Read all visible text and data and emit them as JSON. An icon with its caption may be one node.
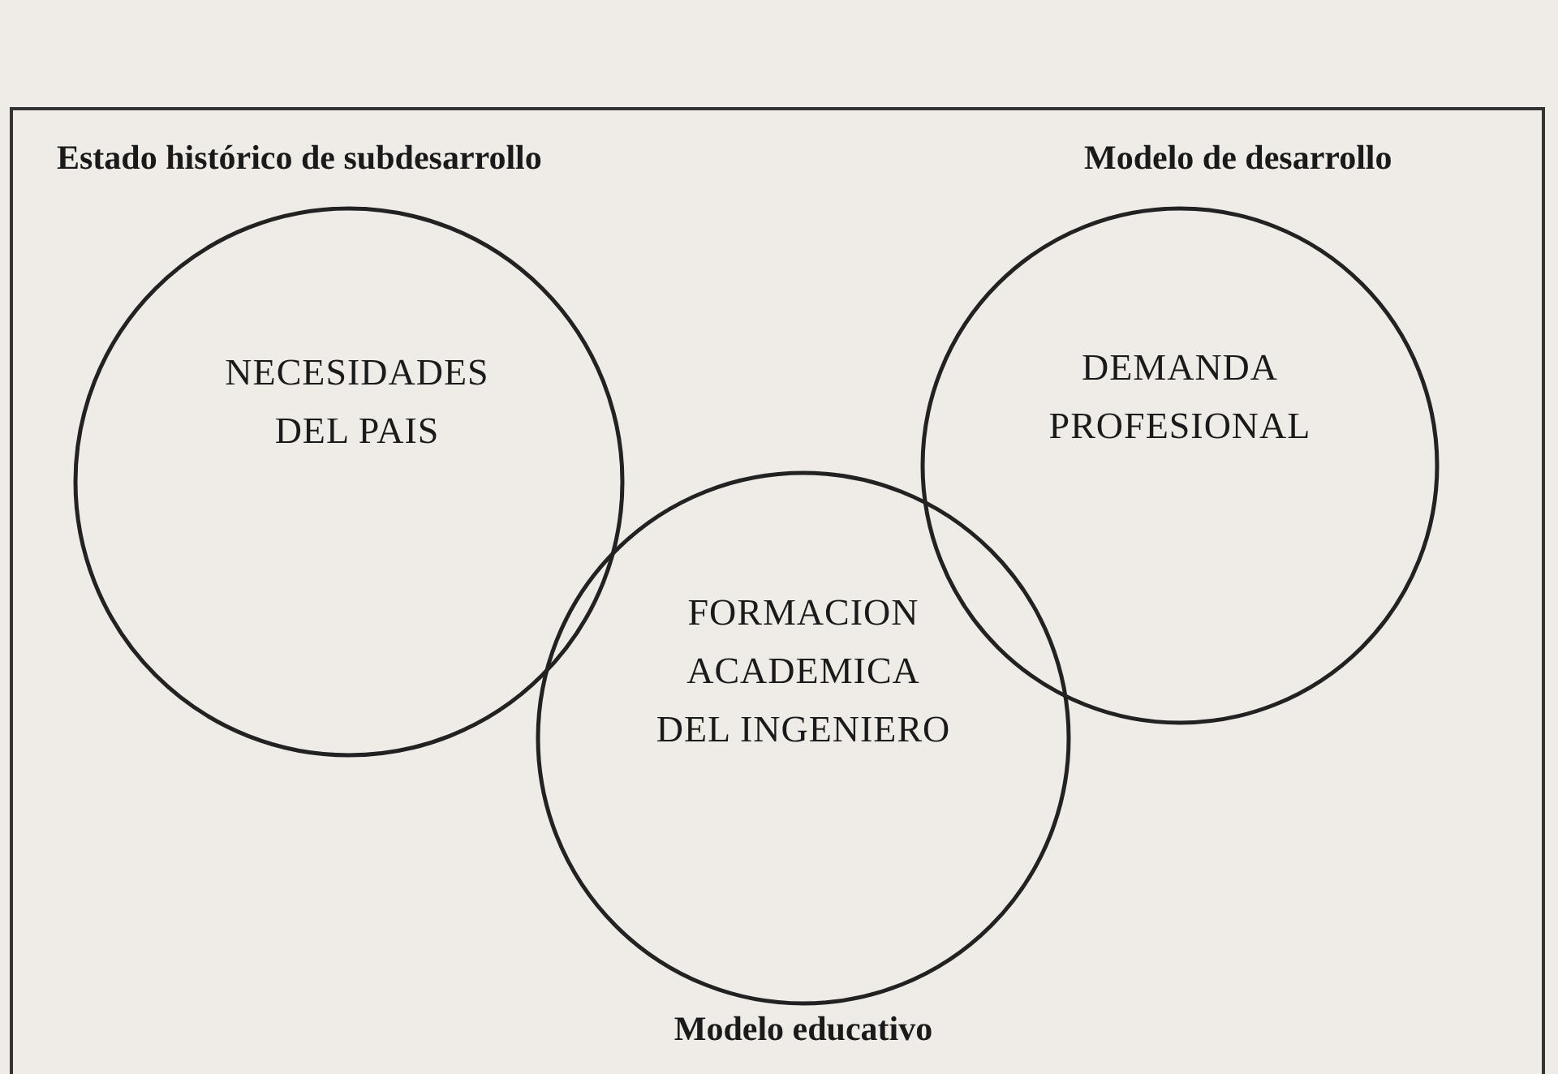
{
  "diagram": {
    "nodes": [
      {
        "text": [
          "Estado histórico de subdesarrollo",
          "NECESIDADES DEL PAIS"
        ]
      },
      {
        "text": [
          "Modelo de desarrollo",
          "DEMANDA PROFESIONAL"
        ]
      },
      {
        "text": [
          "FORMACION ACADEMICA DEL INGENIERO",
          "Modelo educativo"
        ]
      }
    ]
  }
}
